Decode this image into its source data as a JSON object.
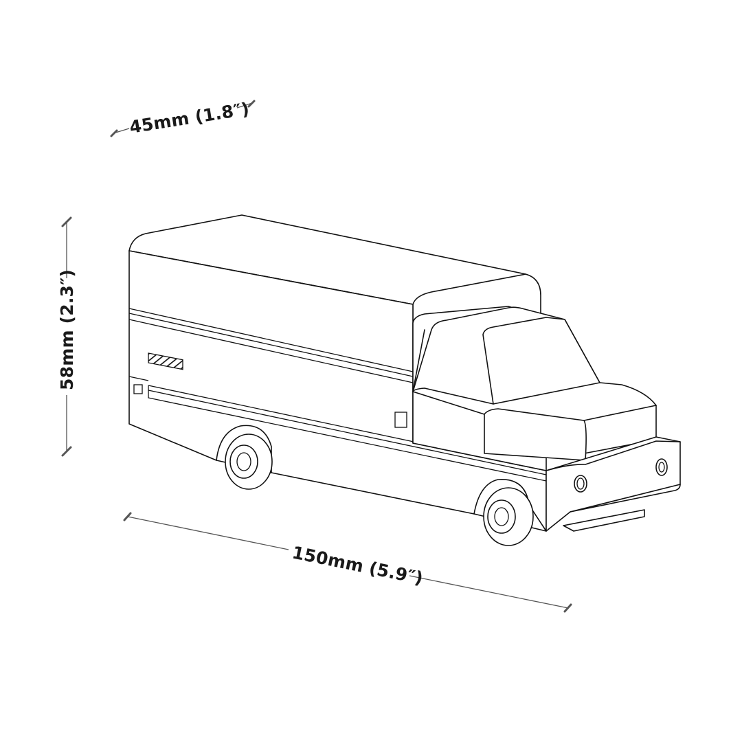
{
  "dimensions": {
    "depth": "45mm (1.8″)",
    "height": "58mm (2.3″)",
    "length": "150mm (5.9″)"
  }
}
